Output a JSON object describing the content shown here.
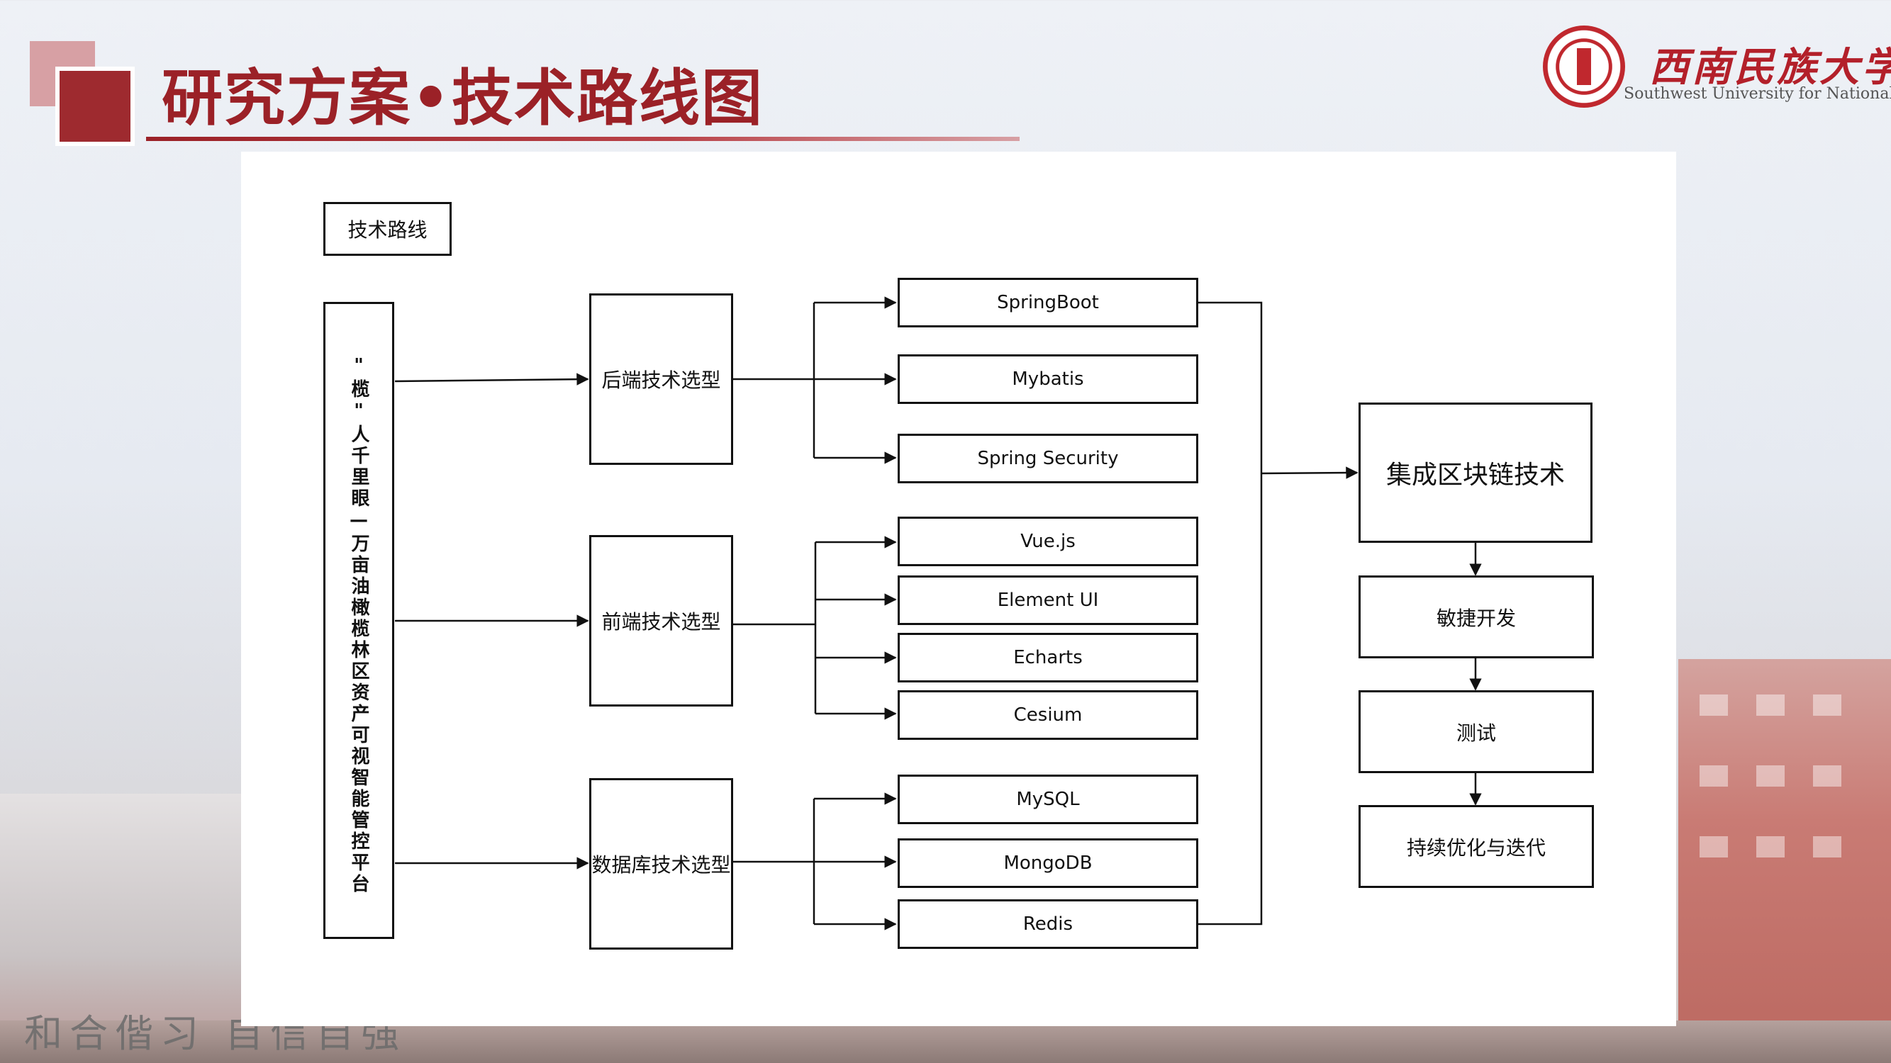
{
  "header": {
    "title": "研究方案•技术路线图",
    "logo_cn": "西南民族大学",
    "logo_en": "Southwest University for Nationalities"
  },
  "diagram": {
    "label_box": "技术路线",
    "platform": "\"榄\"人千里眼—万亩油橄榄林区资产可视智能管控平台",
    "backend": {
      "title": "后端技术选型",
      "items": [
        "SpringBoot",
        "Mybatis",
        "Spring Security"
      ]
    },
    "frontend": {
      "title": "前端技术选型",
      "items": [
        "Vue.js",
        "Element UI",
        "Echarts",
        "Cesium"
      ]
    },
    "database": {
      "title": "数据库技术选型",
      "items": [
        "MySQL",
        "MongoDB",
        "Redis"
      ]
    },
    "process": [
      "集成区块链技术",
      "敏捷开发",
      "测试",
      "持续优化与迭代"
    ]
  },
  "footer": {
    "slogan": "和合偕习  自信自强"
  },
  "colors": {
    "brand_red": "#9b2127",
    "stroke": "#111111"
  }
}
